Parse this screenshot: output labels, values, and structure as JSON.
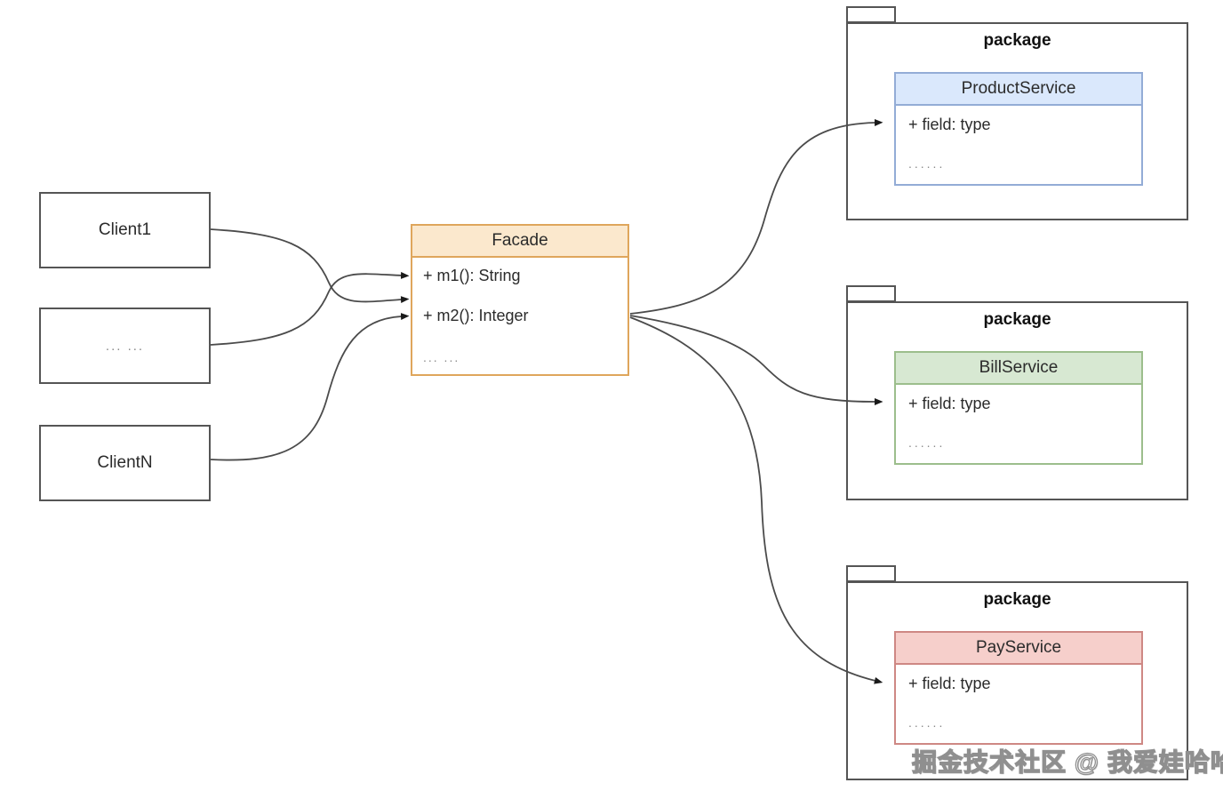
{
  "diagram": {
    "clients": [
      {
        "label": "Client1"
      },
      {
        "label": "... ..."
      },
      {
        "label": "ClientN"
      }
    ],
    "facade": {
      "title": "Facade",
      "method1": "+ m1(): String",
      "method2": "+ m2(): Integer",
      "more": "... ..."
    },
    "packages": [
      {
        "title": "package",
        "class": {
          "name": "ProductService",
          "field": "+ field: type",
          "more": "......",
          "fill": "#DAE8FC",
          "border": "#93ACD6"
        }
      },
      {
        "title": "package",
        "class": {
          "name": "BillService",
          "field": "+ field: type",
          "more": "......",
          "fill": "#D7E8D2",
          "border": "#9CBE8C"
        }
      },
      {
        "title": "package",
        "class": {
          "name": "PayService",
          "field": "+ field: type",
          "more": "......",
          "fill": "#F6CFCB",
          "border": "#CE8884"
        }
      }
    ],
    "colors": {
      "facade_fill": "#FBE8CD",
      "facade_border": "#DFA65C",
      "box_border": "#555555",
      "edge": "#4B4B4B",
      "arrowhead": "#1A1A1A"
    },
    "watermark": "掘金技术社区 @ 我爱娃哈哈"
  }
}
